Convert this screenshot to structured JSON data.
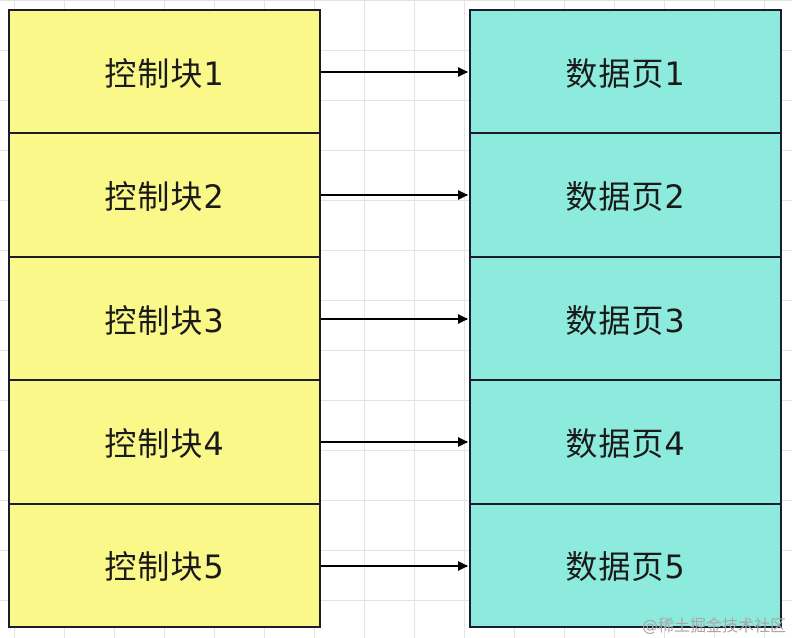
{
  "diagram": {
    "control_blocks": [
      "控制块1",
      "控制块2",
      "控制块3",
      "控制块4",
      "控制块5"
    ],
    "data_pages": [
      "数据页1",
      "数据页2",
      "数据页3",
      "数据页4",
      "数据页5"
    ],
    "colors": {
      "control_fill": "#fbf88a",
      "data_fill": "#8debdd",
      "border": "#1c1c2c",
      "arrow": "#000000"
    }
  },
  "watermark": "@稀土掘金技术社区"
}
